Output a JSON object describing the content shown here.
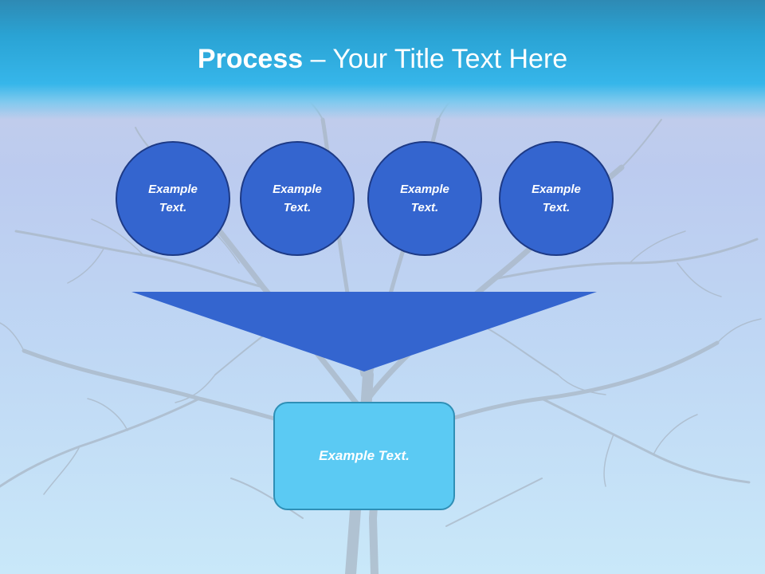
{
  "slide": {
    "title_bold": "Process",
    "title_rest": " – Your Title Text Here",
    "colors": {
      "title_bar": "#2aa3d4",
      "circle_fill": "#3465cf",
      "circle_border": "#1d3a86",
      "funnel_fill": "#3465cf",
      "result_fill": "#5bcaf3",
      "result_border": "#2f8fb6"
    }
  },
  "circles": [
    {
      "label": "Example Text."
    },
    {
      "label": "Example Text."
    },
    {
      "label": "Example Text."
    },
    {
      "label": "Example Text."
    }
  ],
  "result": {
    "label": "Example Text."
  }
}
